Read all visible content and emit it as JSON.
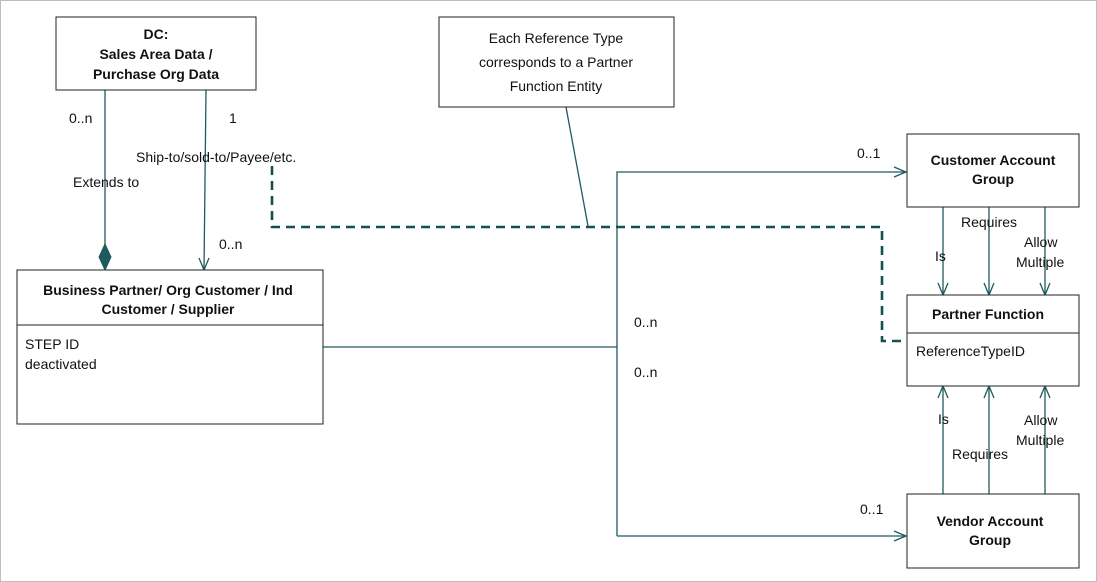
{
  "colors": {
    "connector": "#1f5a5e",
    "border": "#222222",
    "text": "#111111"
  },
  "boxes": {
    "dc": {
      "lines": [
        "DC:",
        "Sales Area Data /",
        "Purchase Org Data"
      ]
    },
    "note": {
      "lines": [
        "Each Reference Type",
        "corresponds to a Partner",
        "Function Entity"
      ]
    },
    "bp": {
      "title": [
        "Business Partner/ Org Customer / Ind",
        "Customer / Supplier"
      ],
      "attributes": [
        "STEP ID",
        "deactivated"
      ]
    },
    "cag": {
      "lines": [
        "Customer Account",
        "Group"
      ]
    },
    "pf": {
      "title": "Partner Function",
      "attributes": [
        "ReferenceTypeID"
      ]
    },
    "vag": {
      "lines": [
        "Vendor Account",
        "Group"
      ]
    }
  },
  "labels": {
    "mult_0n_dc": "0..n",
    "mult_1_dc": "1",
    "ship_to": "Ship-to/sold-to/Payee/etc.",
    "extends_to": "Extends to",
    "mult_0n_bp": "0..n",
    "mult_01_cag": "0..1",
    "mult_0n_top": "0..n",
    "mult_0n_bottom": "0..n",
    "mult_01_vag": "0..1",
    "cag_is": "Is",
    "cag_requires": "Requires",
    "cag_allow": "Allow",
    "cag_multiple": "Multiple",
    "vag_is": "Is",
    "vag_requires": "Requires",
    "vag_allow": "Allow",
    "vag_multiple": "Multiple"
  }
}
